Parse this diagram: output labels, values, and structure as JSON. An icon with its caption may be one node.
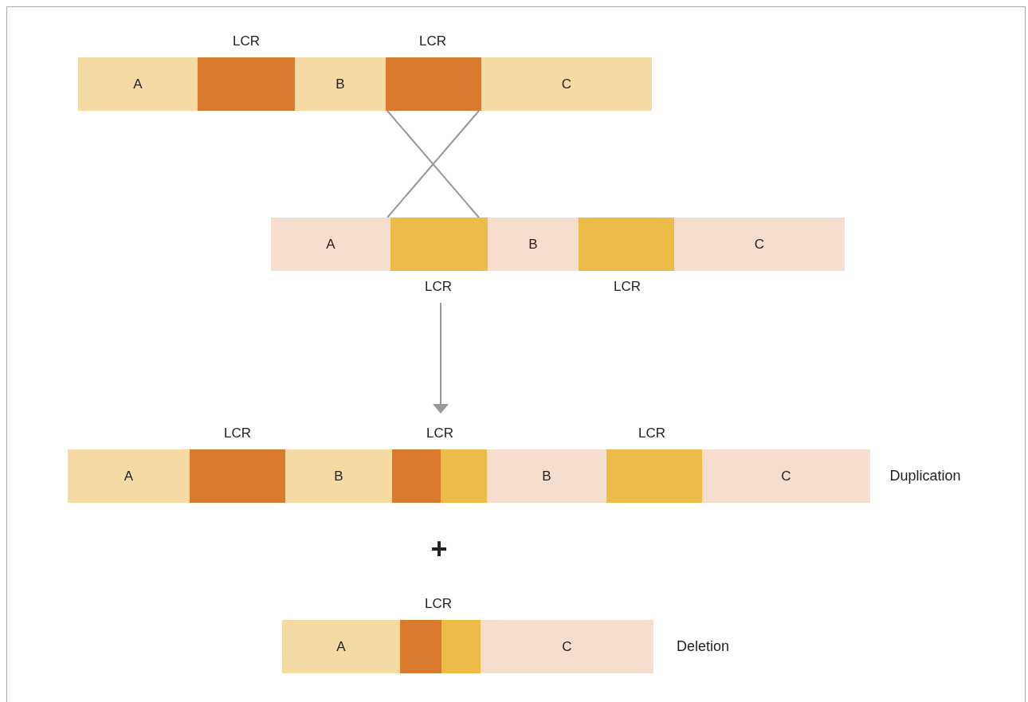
{
  "diagram": {
    "nodes": [
      {
        "text": [
          "A"
        ]
      },
      {
        "text": [],
        "shape": "box",
        "beside": [
          "LCR"
        ]
      },
      {
        "text": [
          "B"
        ]
      },
      {
        "text": [],
        "shape": "box",
        "beside": [
          "LCR"
        ]
      },
      {
        "text": [
          "C"
        ]
      },
      {
        "text": [
          "A"
        ]
      },
      {
        "text": [],
        "shape": "box",
        "beside": [
          "LCR"
        ]
      },
      {
        "text": [
          "B"
        ]
      },
      {
        "text": [],
        "shape": "box",
        "beside": [
          "LCR"
        ]
      },
      {
        "text": [
          "C"
        ]
      },
      {
        "text": [
          "A"
        ]
      },
      {
        "text": [],
        "shape": "box",
        "beside": [
          "LCR"
        ]
      },
      {
        "text": [
          "B"
        ]
      },
      {
        "text": [],
        "shape": "box",
        "beside": [
          "LCR"
        ]
      },
      {
        "text": [],
        "shape": "box"
      },
      {
        "text": [
          "B"
        ]
      },
      {
        "text": [],
        "shape": "box",
        "beside": [
          "LCR"
        ]
      },
      {
        "text": [
          "C"
        ]
      },
      {
        "text": [
          "A"
        ]
      },
      {
        "text": [],
        "shape": "box",
        "beside": [
          "LCR"
        ]
      },
      {
        "text": [],
        "shape": "box"
      },
      {
        "text": [
          "C"
        ]
      }
    ],
    "edges": [
      {
        "from": 3,
        "to": 6,
        "arrow": "none"
      },
      {
        "from": 3,
        "to": 6,
        "arrow": "none"
      }
    ],
    "labels": [
      "+",
      "Duplication",
      "Deletion"
    ]
  }
}
